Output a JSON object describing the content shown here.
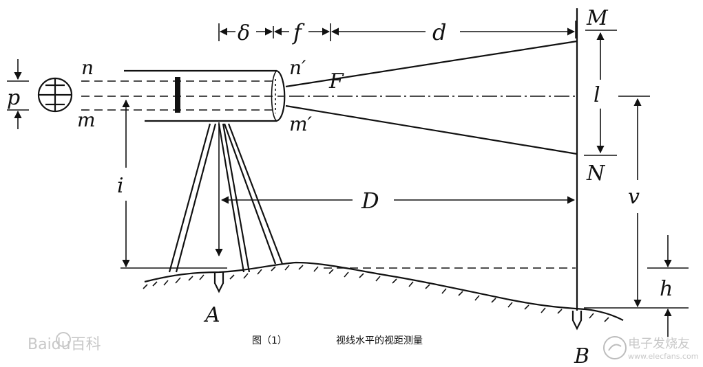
{
  "labels": {
    "delta": "δ",
    "f": "f",
    "d": "d",
    "M": "M",
    "N": "N",
    "l": "l",
    "n": "n",
    "n_prime": "n′",
    "m": "m",
    "m_prime": "m′",
    "p": "p",
    "F": "F",
    "i": "i",
    "D": "D",
    "v": "v",
    "h": "h",
    "A": "A",
    "B": "B"
  },
  "caption": {
    "figure": "图（1）",
    "title": "视线水平的视距测量"
  },
  "watermarks": {
    "baidu": "Baidu百科",
    "elecfans": "电子发烧友",
    "elecfans_url": "www.elecfans.com"
  }
}
